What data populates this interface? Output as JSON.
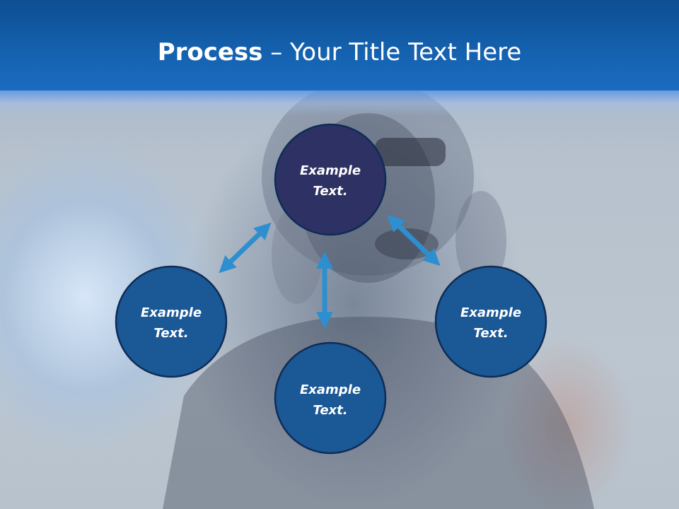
{
  "title": {
    "bold": "Process",
    "rest": " – Your Title Text Here"
  },
  "nodes": [
    {
      "line1": "Example",
      "line2": "Text.",
      "fill": "#2e3163"
    },
    {
      "line1": "Example",
      "line2": "Text.",
      "fill": "#1b5896"
    },
    {
      "line1": "Example",
      "line2": "Text.",
      "fill": "#1b5896"
    },
    {
      "line1": "Example",
      "line2": "Text.",
      "fill": "#1b5896"
    }
  ],
  "colors": {
    "header": "#1562b0",
    "node_border": "#0e2c55",
    "arrow": "#2e8fd0"
  }
}
